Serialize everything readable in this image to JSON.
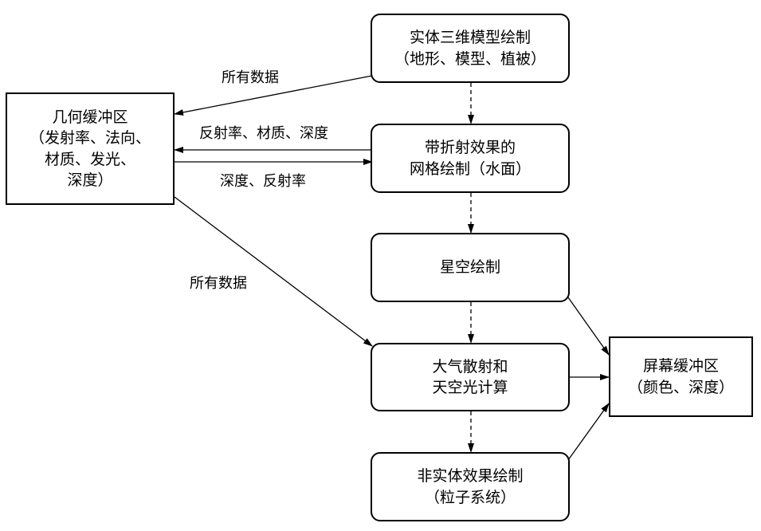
{
  "nodes": {
    "solid_render": {
      "lines": [
        "实体三维模型绘制",
        "（地形、模型、植被）"
      ]
    },
    "geometry_buffer": {
      "lines": [
        "几何缓冲区",
        "（发射率、法向、",
        "材质、发光、",
        "深度）"
      ]
    },
    "refraction_render": {
      "lines": [
        "带折射效果的",
        "网格绘制（水面）"
      ]
    },
    "starry_sky": {
      "lines": [
        "星空绘制"
      ]
    },
    "atmosphere_scattering": {
      "lines": [
        "大气散射和",
        "天空光计算"
      ]
    },
    "non_solid_render": {
      "lines": [
        "非实体效果绘制",
        "（粒子系统）"
      ]
    },
    "screen_buffer": {
      "lines": [
        "屏幕缓冲区",
        "（颜色、深度）"
      ]
    }
  },
  "edge_labels": {
    "all_data_top": "所有数据",
    "reflect_material_depth": "反射率、材质、深度",
    "depth_reflect": "深度、反射率",
    "all_data_bottom": "所有数据"
  }
}
